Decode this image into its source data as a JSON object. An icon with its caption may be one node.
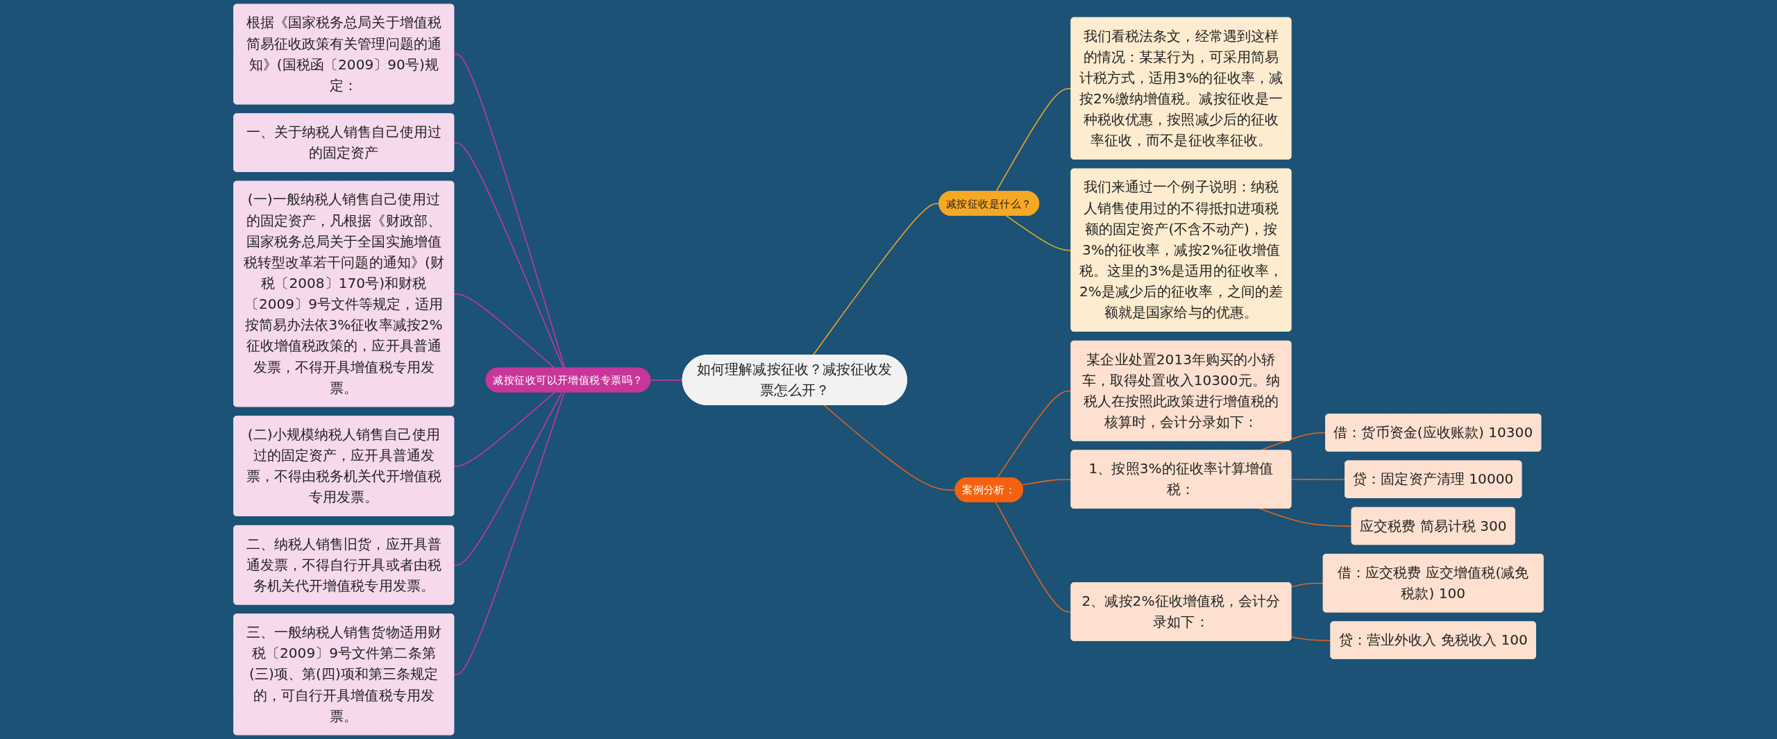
{
  "diagram": {
    "nodes": [
      {
        "text": [
          "如何理解减按征收？减按征收发票怎么开？"
        ]
      },
      {
        "text": [
          "减按征收可以开增值税专票吗？"
        ]
      },
      {
        "text": [
          "根据《国家税务总局关于增值税简易征收政策有关管理问题的通知》(国税函〔2009〕90号)规定："
        ]
      },
      {
        "text": [
          "一、关于纳税人销售自己使用过的固定资产"
        ]
      },
      {
        "text": [
          "(一)一般纳税人销售自己使用过的固定资产，凡根据《财政部、国家税务总局关于全国实施增值税转型改革若干问题的通知》(财税〔2008〕170号)和财税〔2009〕9号文件等规定，适用按简易办法依3%征收率减按2%征收增值税政策的，应开具普通发票，不得开具增值税专用发票。"
        ]
      },
      {
        "text": [
          "(二)小规模纳税人销售自己使用过的固定资产，应开具普通发票，不得由税务机关代开增值税专用发票。"
        ]
      },
      {
        "text": [
          "二、纳税人销售旧货，应开具普通发票，不得自行开具或者由税务机关代开增值税专用发票。"
        ]
      },
      {
        "text": [
          "三、一般纳税人销售货物适用财税〔2009〕9号文件第二条第(三)项、第(四)项和第三条规定的，可自行开具增值税专用发票。"
        ]
      },
      {
        "text": [
          "减按征收是什么？"
        ]
      },
      {
        "text": [
          "我们看税法条文，经常遇到这样的情况：某某行为，可采用简易计税方式，适用3%的征收率，减按2%缴纳增值税。减按征收是一种税收优惠，按照减少后的征收率征收，而不是征收率征收。"
        ]
      },
      {
        "text": [
          "我们来通过一个例子说明：纳税人销售使用过的不得抵扣进项税额的固定资产(不含不动产)，按3%的征收率，减按2%征收增值税。这里的3%是适用的征收率，2%是减少后的征收率，之间的差额就是国家给与的优惠。"
        ]
      },
      {
        "text": [
          "案例分析："
        ]
      },
      {
        "text": [
          "某企业处置2013年购买的小轿车，取得处置收入10300元。纳税人在按照此政策进行增值税的核算时，会计分录如下："
        ]
      },
      {
        "text": [
          "1、按照3%的征收率计算增值税："
        ]
      },
      {
        "text": [
          "借：货币资金(应收账款) 10300"
        ]
      },
      {
        "text": [
          "贷：固定资产清理 10000"
        ]
      },
      {
        "text": [
          "应交税费 简易计税 300"
        ]
      },
      {
        "text": [
          "2、减按2%征收增值税，会计分录如下："
        ]
      },
      {
        "text": [
          "借：应交税费 应交增值税(减免税款) 100"
        ]
      },
      {
        "text": [
          "贷：营业外收入 免税收入 100"
        ]
      }
    ],
    "edges": [
      {
        "from": 1,
        "to": 0,
        "arrow": "none",
        "color": "#c9379d"
      },
      {
        "from": 2,
        "to": 1,
        "arrow": "none",
        "color": "#c9379d"
      },
      {
        "from": 3,
        "to": 1,
        "arrow": "none",
        "color": "#c9379d"
      },
      {
        "from": 4,
        "to": 1,
        "arrow": "none",
        "color": "#c9379d"
      },
      {
        "from": 5,
        "to": 1,
        "arrow": "none",
        "color": "#c9379d"
      },
      {
        "from": 6,
        "to": 1,
        "arrow": "none",
        "color": "#c9379d"
      },
      {
        "from": 7,
        "to": 1,
        "arrow": "none",
        "color": "#c9379d"
      },
      {
        "from": 0,
        "to": 8,
        "arrow": "none",
        "color": "#f0a827"
      },
      {
        "from": 8,
        "to": 9,
        "arrow": "none",
        "color": "#f0a827"
      },
      {
        "from": 8,
        "to": 10,
        "arrow": "none",
        "color": "#f0a827"
      },
      {
        "from": 0,
        "to": 11,
        "arrow": "none",
        "color": "#e8641b"
      },
      {
        "from": 11,
        "to": 12,
        "arrow": "none",
        "color": "#e8641b"
      },
      {
        "from": 11,
        "to": 13,
        "arrow": "none",
        "color": "#e8641b"
      },
      {
        "from": 13,
        "to": 14,
        "arrow": "none",
        "color": "#e8641b"
      },
      {
        "from": 13,
        "to": 15,
        "arrow": "none",
        "color": "#e8641b"
      },
      {
        "from": 13,
        "to": 16,
        "arrow": "none",
        "color": "#e8641b"
      },
      {
        "from": 11,
        "to": 17,
        "arrow": "none",
        "color": "#e8641b"
      },
      {
        "from": 17,
        "to": 18,
        "arrow": "none",
        "color": "#e8641b"
      },
      {
        "from": 17,
        "to": 19,
        "arrow": "none",
        "color": "#e8641b"
      }
    ]
  }
}
